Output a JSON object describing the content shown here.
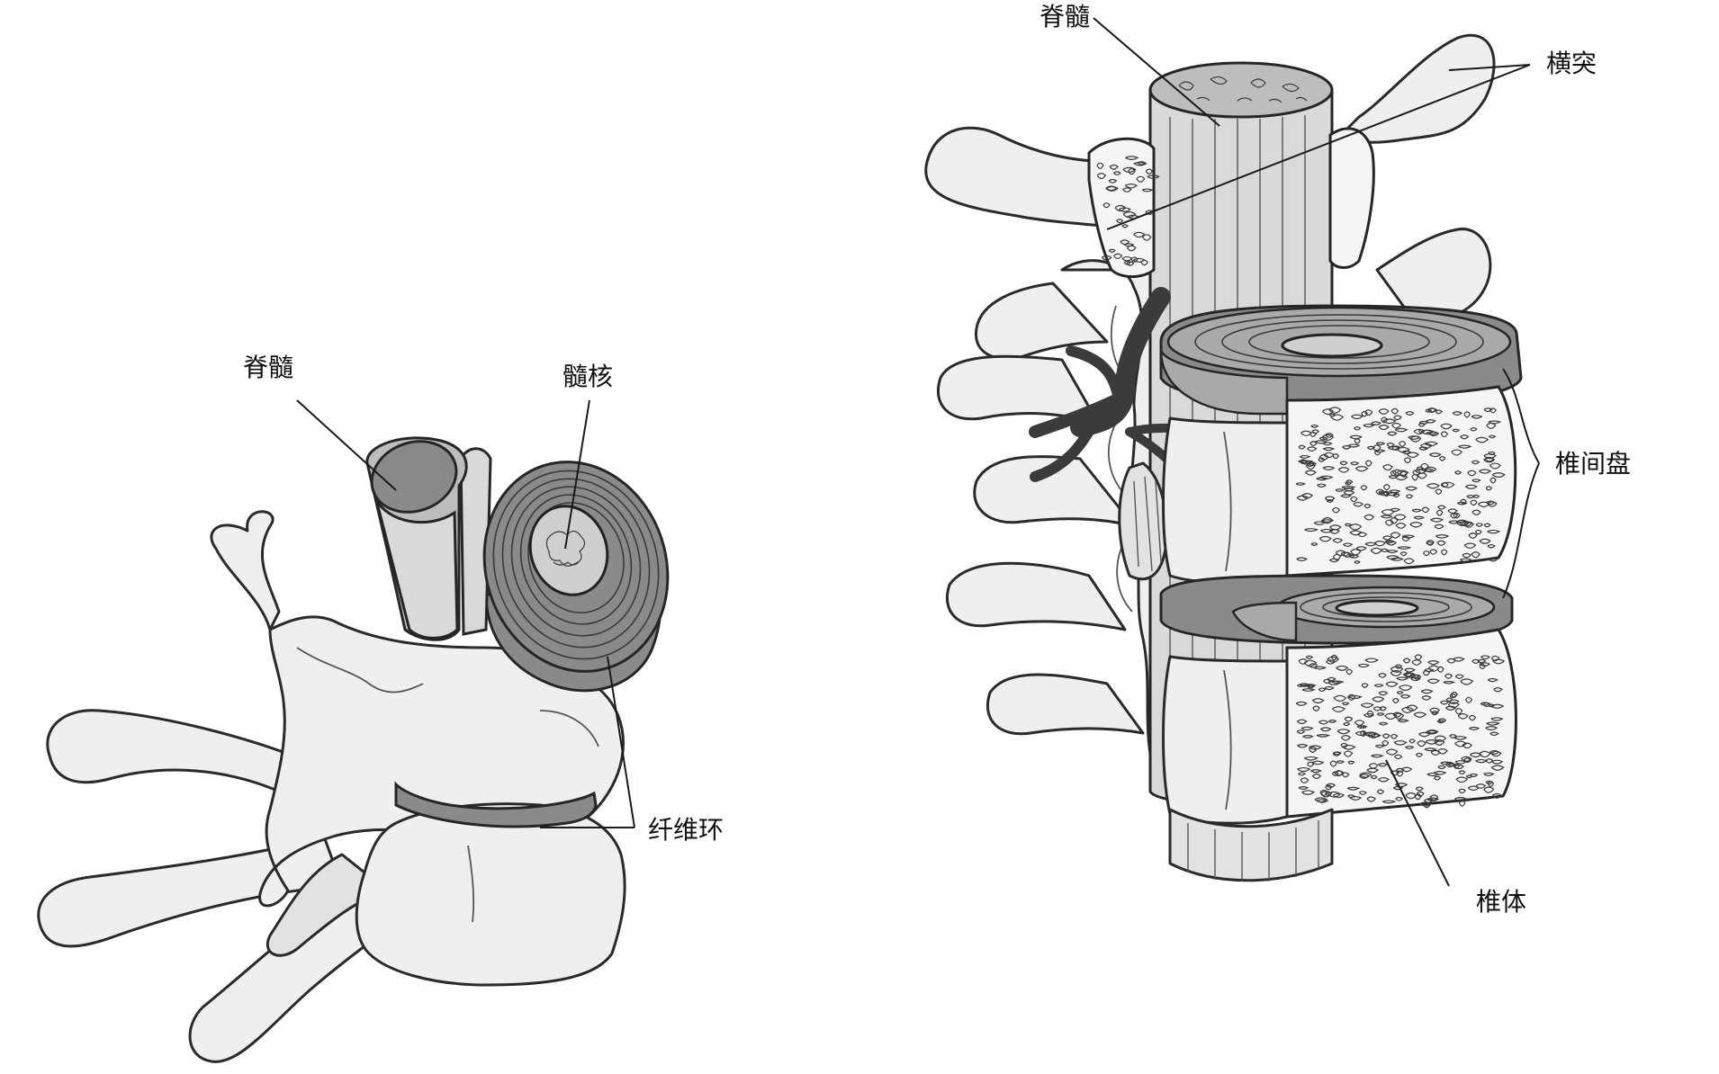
{
  "figures": {
    "left": {
      "labels": {
        "spinal_cord": "脊髓",
        "nucleus_pulposus": "髓核",
        "annulus_fibrosus": "纤维环"
      }
    },
    "right": {
      "labels": {
        "spinal_cord": "脊髓",
        "transverse_process": "横突",
        "intervertebral_disc": "椎间盘",
        "vertebral_body": "椎体"
      }
    }
  },
  "colors": {
    "bone": "#efefef",
    "disc": "#8a8a8a",
    "cord": "#bdbdbd",
    "nerve": "#3b3b3b",
    "outline": "#2a2a2a"
  }
}
